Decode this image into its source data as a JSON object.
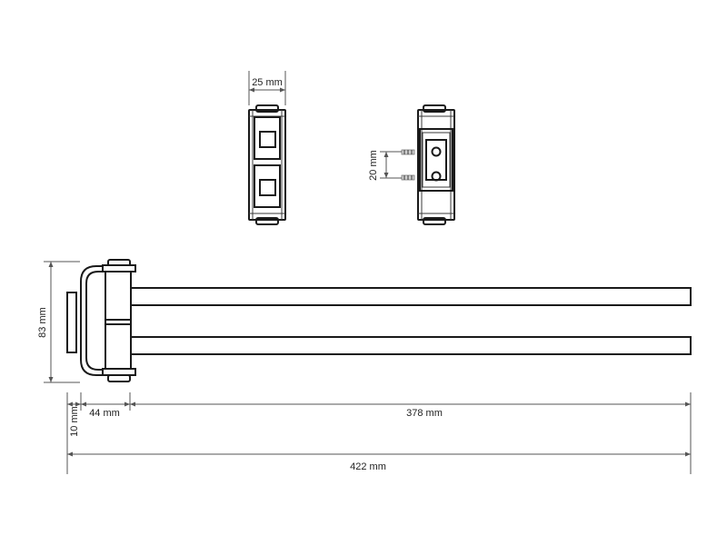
{
  "dimensions": {
    "front_width": "25 mm",
    "hole_spacing": "20 mm",
    "height": "83 mm",
    "wall_offset": "10 mm",
    "mount_depth": "44 mm",
    "arm_length": "378 mm",
    "total_length": "422 mm"
  },
  "colors": {
    "outline": "#1a1a1a",
    "dimension": "#555555",
    "screw": "#cfcfcf"
  }
}
